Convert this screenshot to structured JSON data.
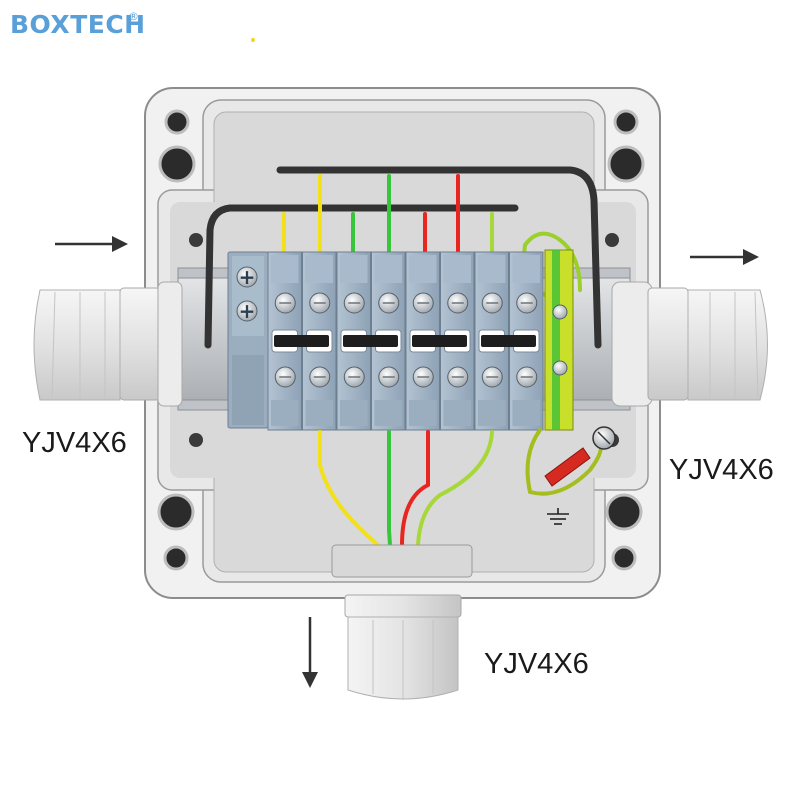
{
  "brand": {
    "text": "BOXTECH",
    "registered_mark": "®",
    "color": "#5aa0d8"
  },
  "cable_labels": {
    "left": "YJV4X6",
    "right": "YJV4X6",
    "bottom": "YJV4X6"
  },
  "colors": {
    "wire_yellow": "#f2e11a",
    "wire_green": "#37c63b",
    "wire_red": "#e8251f",
    "wire_black": "#333333",
    "terminal_blue": "#9fb3c6",
    "ground_terminal": "#c8e02a"
  },
  "terminal_block": {
    "terminal_count": 8,
    "end_plate_symbols": [
      "+",
      "+"
    ],
    "ground_terminal": true
  },
  "arrows": {
    "left": "arrow-right-icon",
    "right": "arrow-right-icon",
    "bottom": "arrow-down-icon"
  },
  "ground_symbol": "ground-icon"
}
